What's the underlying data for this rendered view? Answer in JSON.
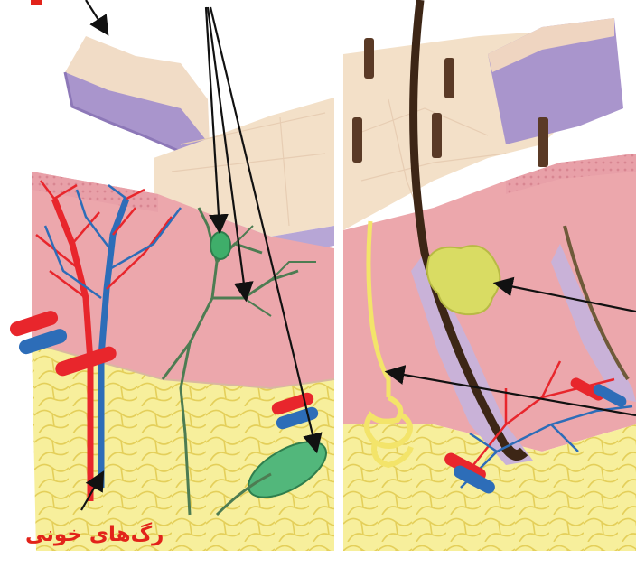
{
  "labels": {
    "blood_vessels": "رگ‌های خونی"
  },
  "colors": {
    "label_text": "#e2231a",
    "epidermis": "#f2d9c4",
    "epidermis_edge": "#a592c6",
    "dermis": "#eda7ab",
    "dermis_dark": "#e28e95",
    "fat": "#f7ef9c",
    "fat_line": "#e4cf5a",
    "artery": "#e8262c",
    "vein": "#2d6db8",
    "nerve": "#4d7c52",
    "receptor": "#3fae6a",
    "hair": "#3d2616",
    "sweat_gland": "#f3e46a",
    "sebaceous_gland": "#d9dc63",
    "pointer": "#111111"
  },
  "icons": [
    "arrow-pointer",
    "hair-shaft",
    "nerve-ending",
    "pressure-receptor",
    "sweat-gland",
    "sebaceous-gland"
  ]
}
